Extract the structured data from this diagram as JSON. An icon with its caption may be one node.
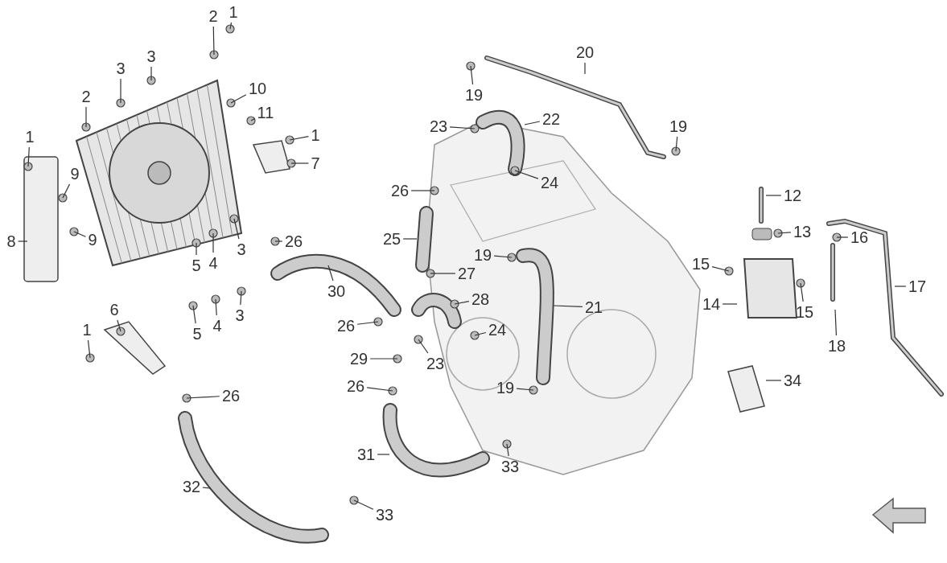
{
  "diagram": {
    "nodes": [
      {
        "text": [
          "1"
        ]
      },
      {
        "text": [
          "2"
        ]
      },
      {
        "text": [
          "3"
        ]
      },
      {
        "text": [
          "3"
        ]
      },
      {
        "text": [
          "2"
        ]
      },
      {
        "text": [
          "1"
        ]
      },
      {
        "text": [
          "10"
        ]
      },
      {
        "text": [
          "11"
        ]
      },
      {
        "text": [
          "1"
        ]
      },
      {
        "text": [
          "7"
        ]
      },
      {
        "text": [
          "9"
        ]
      },
      {
        "text": [
          "9"
        ]
      },
      {
        "text": [
          "8"
        ]
      },
      {
        "text": [
          "26"
        ]
      },
      {
        "text": [
          "5"
        ]
      },
      {
        "text": [
          "4"
        ]
      },
      {
        "text": [
          "3"
        ]
      },
      {
        "text": [
          "30"
        ]
      },
      {
        "text": [
          "5"
        ]
      },
      {
        "text": [
          "4"
        ]
      },
      {
        "text": [
          "3"
        ]
      },
      {
        "text": [
          "6"
        ]
      },
      {
        "text": [
          "1"
        ]
      },
      {
        "text": [
          "26"
        ]
      },
      {
        "text": [
          "32"
        ]
      },
      {
        "text": [
          "33"
        ]
      },
      {
        "text": [
          "31"
        ]
      },
      {
        "text": [
          "33"
        ]
      },
      {
        "text": [
          "26"
        ]
      },
      {
        "text": [
          "29"
        ]
      },
      {
        "text": [
          "23"
        ]
      },
      {
        "text": [
          "26"
        ]
      },
      {
        "text": [
          "24"
        ]
      },
      {
        "text": [
          "28"
        ]
      },
      {
        "text": [
          "27"
        ]
      },
      {
        "text": [
          "25"
        ]
      },
      {
        "text": [
          "19"
        ]
      },
      {
        "text": [
          "21"
        ]
      },
      {
        "text": [
          "19"
        ]
      },
      {
        "text": [
          "26"
        ]
      },
      {
        "text": [
          "24"
        ]
      },
      {
        "text": [
          "23"
        ]
      },
      {
        "text": [
          "22"
        ]
      },
      {
        "text": [
          "19"
        ]
      },
      {
        "text": [
          "20"
        ]
      },
      {
        "text": [
          "19"
        ]
      },
      {
        "text": [
          "12"
        ]
      },
      {
        "text": [
          "13"
        ]
      },
      {
        "text": [
          "16"
        ]
      },
      {
        "text": [
          "15"
        ]
      },
      {
        "text": [
          "14"
        ]
      },
      {
        "text": [
          "15"
        ]
      },
      {
        "text": [
          "17"
        ]
      },
      {
        "text": [
          "18"
        ]
      },
      {
        "text": [
          "34"
        ]
      }
    ],
    "edges": [
      {
        "from": 0,
        "to": null,
        "arrow": "none"
      },
      {
        "from": 1,
        "to": null,
        "arrow": "none"
      },
      {
        "from": 2,
        "to": null,
        "arrow": "none"
      },
      {
        "from": 3,
        "to": null,
        "arrow": "none"
      },
      {
        "from": 4,
        "to": null,
        "arrow": "none"
      },
      {
        "from": 5,
        "to": null,
        "arrow": "none"
      },
      {
        "from": 6,
        "to": null,
        "arrow": "none"
      },
      {
        "from": 7,
        "to": null,
        "arrow": "none"
      },
      {
        "from": 8,
        "to": null,
        "arrow": "none"
      },
      {
        "from": 9,
        "to": null,
        "arrow": "none"
      },
      {
        "from": 10,
        "to": null,
        "arrow": "none"
      },
      {
        "from": 11,
        "to": null,
        "arrow": "none"
      },
      {
        "from": 12,
        "to": null,
        "arrow": "none"
      },
      {
        "from": 13,
        "to": null,
        "arrow": "none"
      },
      {
        "from": 14,
        "to": null,
        "arrow": "none"
      },
      {
        "from": 15,
        "to": null,
        "arrow": "none"
      },
      {
        "from": 16,
        "to": null,
        "arrow": "none"
      },
      {
        "from": 17,
        "to": null,
        "arrow": "none"
      },
      {
        "from": 18,
        "to": null,
        "arrow": "none"
      },
      {
        "from": 19,
        "to": null,
        "arrow": "none"
      },
      {
        "from": 20,
        "to": null,
        "arrow": "none"
      },
      {
        "from": 21,
        "to": null,
        "arrow": "none"
      },
      {
        "from": 22,
        "to": null,
        "arrow": "none"
      },
      {
        "from": 23,
        "to": null,
        "arrow": "none"
      },
      {
        "from": 24,
        "to": null,
        "arrow": "none"
      },
      {
        "from": 25,
        "to": null,
        "arrow": "none"
      },
      {
        "from": 26,
        "to": null,
        "arrow": "none"
      },
      {
        "from": 27,
        "to": null,
        "arrow": "none"
      },
      {
        "from": 28,
        "to": null,
        "arrow": "none"
      },
      {
        "from": 29,
        "to": null,
        "arrow": "none"
      },
      {
        "from": 30,
        "to": null,
        "arrow": "none"
      },
      {
        "from": 31,
        "to": null,
        "arrow": "none"
      },
      {
        "from": 32,
        "to": null,
        "arrow": "none"
      },
      {
        "from": 33,
        "to": null,
        "arrow": "none"
      },
      {
        "from": 34,
        "to": null,
        "arrow": "none"
      },
      {
        "from": 35,
        "to": null,
        "arrow": "none"
      },
      {
        "from": 36,
        "to": null,
        "arrow": "none"
      },
      {
        "from": 37,
        "to": null,
        "arrow": "none"
      },
      {
        "from": 38,
        "to": null,
        "arrow": "none"
      },
      {
        "from": 39,
        "to": null,
        "arrow": "none"
      },
      {
        "from": 40,
        "to": null,
        "arrow": "none"
      },
      {
        "from": 41,
        "to": null,
        "arrow": "none"
      },
      {
        "from": 42,
        "to": null,
        "arrow": "none"
      },
      {
        "from": 43,
        "to": null,
        "arrow": "none"
      },
      {
        "from": 44,
        "to": null,
        "arrow": "none"
      },
      {
        "from": 45,
        "to": null,
        "arrow": "none"
      },
      {
        "from": 46,
        "to": null,
        "arrow": "none"
      },
      {
        "from": 47,
        "to": null,
        "arrow": "none"
      },
      {
        "from": 48,
        "to": null,
        "arrow": "none"
      },
      {
        "from": 49,
        "to": null,
        "arrow": "none"
      },
      {
        "from": 50,
        "to": null,
        "arrow": "none"
      },
      {
        "from": 51,
        "to": null,
        "arrow": "none"
      },
      {
        "from": 52,
        "to": null,
        "arrow": "none"
      },
      {
        "from": 53,
        "to": null,
        "arrow": "none"
      },
      {
        "from": 54,
        "to": null,
        "arrow": "none"
      }
    ]
  }
}
